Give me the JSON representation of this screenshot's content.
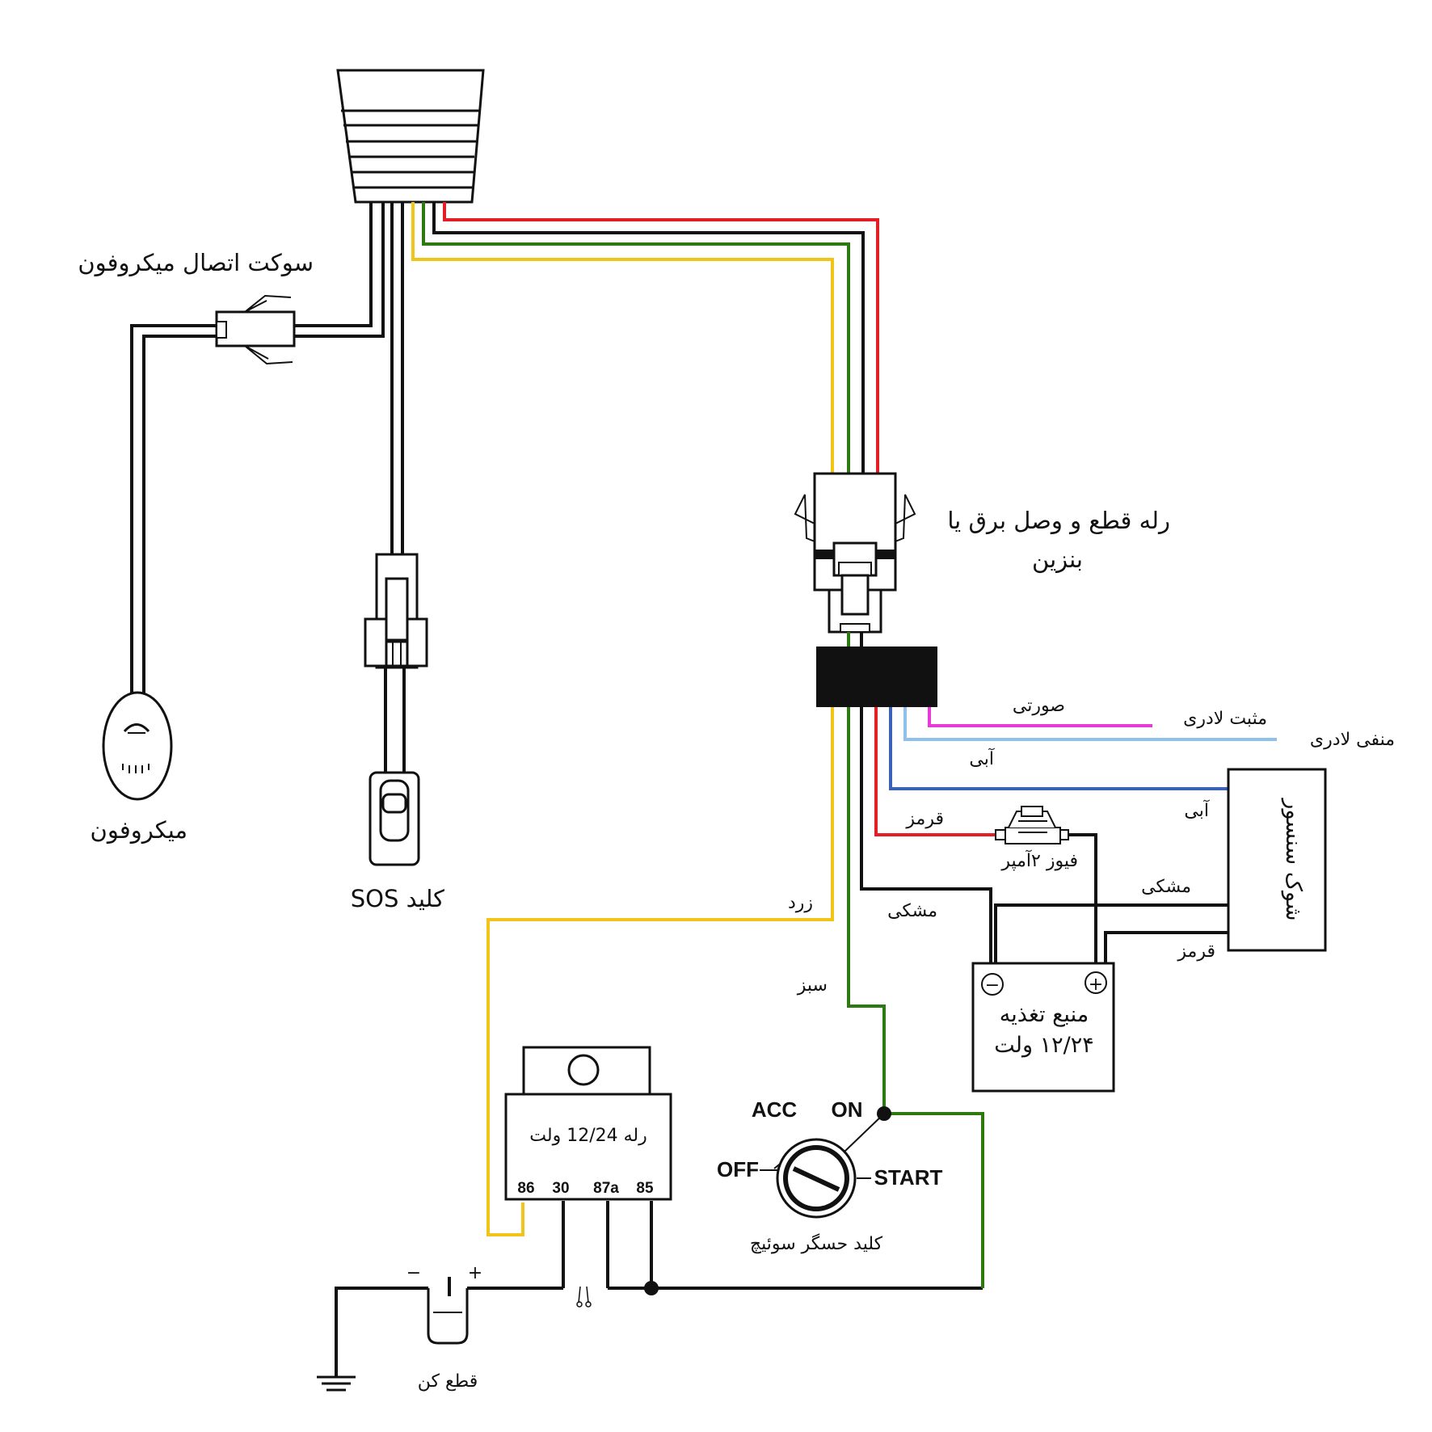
{
  "labels": {
    "mic_socket": "سوکت اتصال میکروفون",
    "microphone": "میکروفون",
    "sos_key": "کلید SOS",
    "cut_relay_line1": "رله قطع و وصل برق یا",
    "cut_relay_line2": "بنزین",
    "pink_wire": "صورتی",
    "positive_lock": "مثبت لادری",
    "negative_lock": "منفی لادری",
    "blue_light": "آبی",
    "blue_dark": "آبی",
    "red_1": "قرمز",
    "fuse": "فیوز ۲آمپر",
    "black_1": "مشکی",
    "black_2": "مشکی",
    "red_2": "قرمز",
    "yellow": "زرد",
    "green": "سبز",
    "shock_sensor": "شوک سنسور",
    "power_line1": "منبع تغذیه",
    "power_line2": "۱۲/۲۴ ولت",
    "power_minus": "−",
    "power_plus": "+",
    "relay_title": "رله 12/24 ولت",
    "relay_pins": [
      "86",
      "30",
      "87a",
      "85"
    ],
    "ignition_acc": "ACC",
    "ignition_on": "ON",
    "ignition_off": "OFF",
    "ignition_start": "START",
    "ignition_key": "کلید حسگر سوئیچ",
    "cutoff_minus": "−",
    "cutoff_plus": "+",
    "cutoff_switch": "قطع کن"
  },
  "colors": {
    "red": "#e31e24",
    "green": "#2d7a12",
    "yellow": "#f2c417",
    "black": "#111111",
    "pink": "#e83ad6",
    "light_blue": "#8fc1ea",
    "blue": "#3b62b8"
  }
}
